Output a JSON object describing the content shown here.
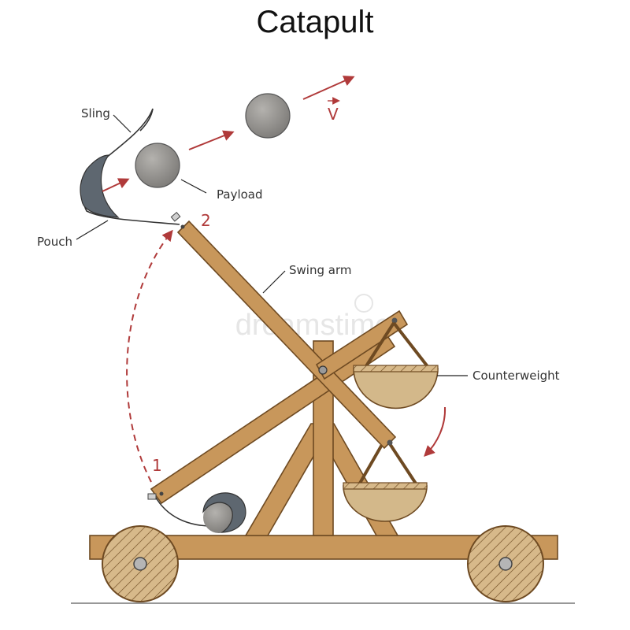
{
  "title": "Catapult",
  "labels": {
    "sling": "Sling",
    "payload": "Payload",
    "pouch": "Pouch",
    "swing_arm": "Swing arm",
    "counterweight": "Counterweight",
    "velocity": "V"
  },
  "positions": {
    "start": "1",
    "release": "2"
  },
  "watermark": "dreamstime",
  "colors": {
    "wood": "#c8975b",
    "wood_outline": "#6e4a22",
    "arrow": "#b03a3a",
    "ball": "#8e8c89",
    "pouch": "#5e6770",
    "basket": "#d3b88a"
  }
}
